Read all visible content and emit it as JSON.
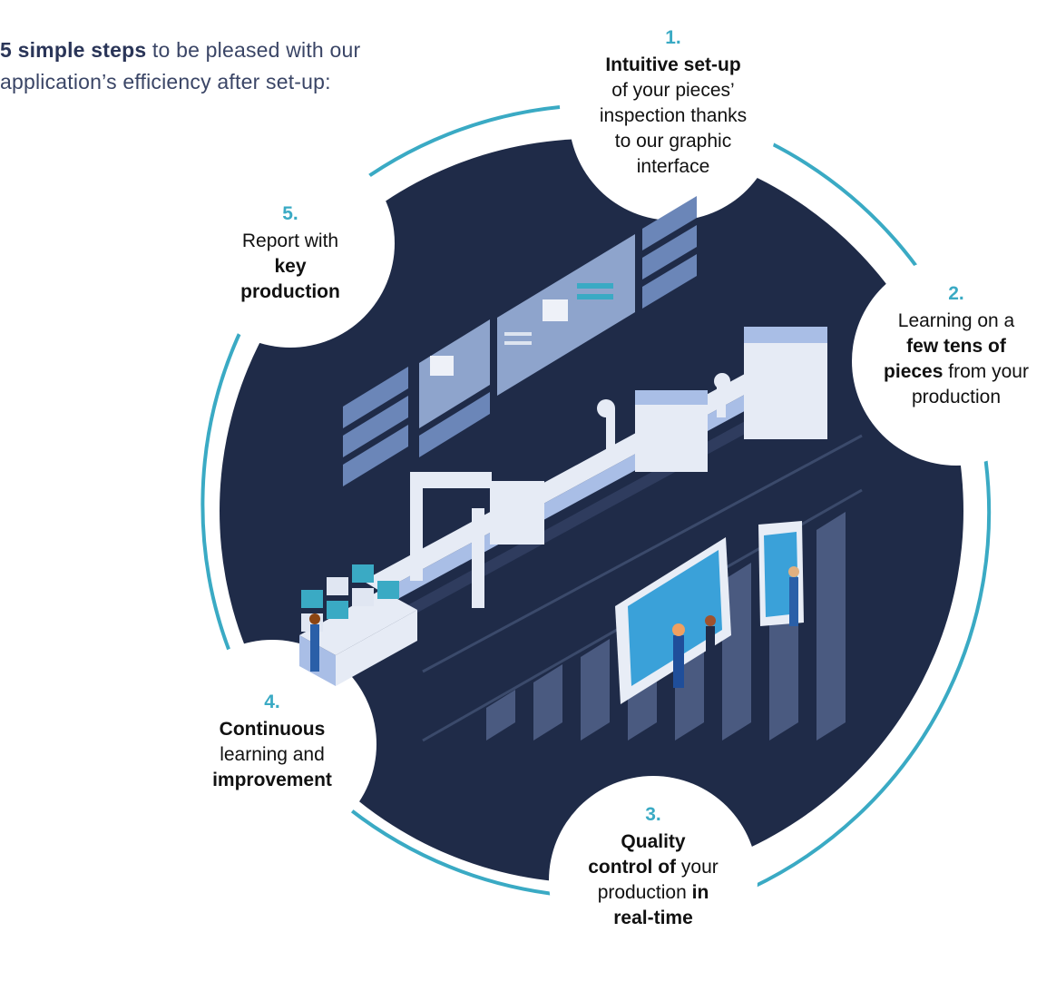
{
  "intro": {
    "bold": "5 simple steps",
    "line1_rest": " to be pleased with our",
    "line2": "application’s efficiency after set-up:"
  },
  "colors": {
    "background": "#ffffff",
    "navy_circle": "#1f2b48",
    "accent_teal": "#3aaac4",
    "panel_blue": "#6b86b8",
    "machine_white": "#e6ebf5",
    "machine_light_blue": "#a9bee6",
    "text_dark": "#111111",
    "intro_text": "#3a4566"
  },
  "steps": [
    {
      "number": "1.",
      "lines": [
        [
          {
            "t": "Intuitive set-up",
            "b": true
          }
        ],
        [
          {
            "t": "of your pieces’",
            "b": false
          }
        ],
        [
          {
            "t": "inspection thanks",
            "b": false
          }
        ],
        [
          {
            "t": "to our graphic",
            "b": false
          }
        ],
        [
          {
            "t": "interface",
            "b": false
          }
        ]
      ]
    },
    {
      "number": "2.",
      "lines": [
        [
          {
            "t": "Learning on a",
            "b": false
          }
        ],
        [
          {
            "t": "few tens of",
            "b": true
          }
        ],
        [
          {
            "t": "pieces",
            "b": true
          },
          {
            "t": " from your",
            "b": false
          }
        ],
        [
          {
            "t": "production",
            "b": false
          }
        ]
      ]
    },
    {
      "number": "3.",
      "lines": [
        [
          {
            "t": "Quality",
            "b": true
          }
        ],
        [
          {
            "t": "control of",
            "b": true
          },
          {
            "t": " your",
            "b": false
          }
        ],
        [
          {
            "t": "production ",
            "b": false
          },
          {
            "t": "in",
            "b": true
          }
        ],
        [
          {
            "t": "real-time",
            "b": true
          }
        ]
      ]
    },
    {
      "number": "4.",
      "lines": [
        [
          {
            "t": "Continuous",
            "b": true
          }
        ],
        [
          {
            "t": "learning and",
            "b": false
          }
        ],
        [
          {
            "t": "improvement",
            "b": true
          }
        ]
      ]
    },
    {
      "number": "5.",
      "lines": [
        [
          {
            "t": "Report with",
            "b": false
          }
        ],
        [
          {
            "t": "key",
            "b": true
          }
        ],
        [
          {
            "t": "production",
            "b": true
          }
        ]
      ]
    }
  ],
  "illustration": {
    "icon": "factory-production-line-illustration"
  }
}
